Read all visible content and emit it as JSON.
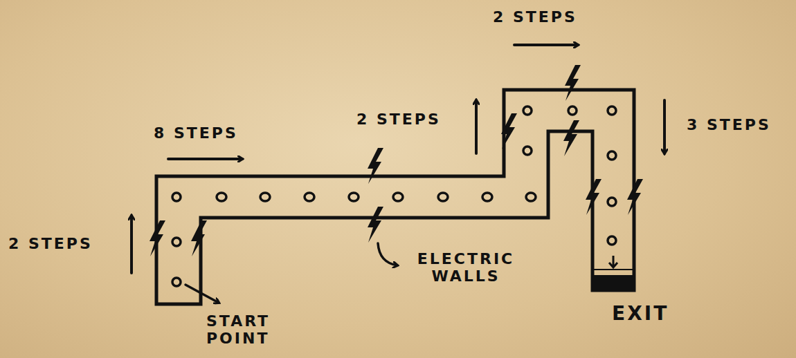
{
  "diagram": {
    "labels": [
      "2 STEPS",
      "8 STEPS",
      "2 STEPS",
      "3 STEPS",
      "2 STEPS",
      "ELECTRIC WALLS",
      "EXIT",
      "START POINT"
    ]
  }
}
